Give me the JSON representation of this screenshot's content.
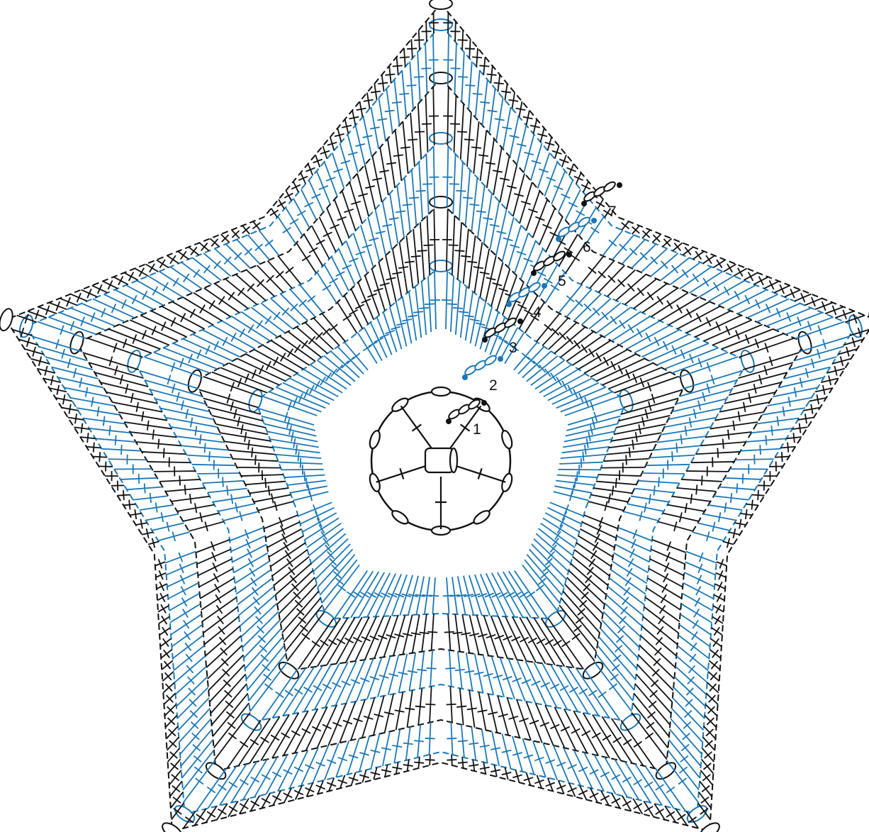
{
  "diagram": {
    "kind": "crochet-chart",
    "shape": "pentagon star",
    "stitch_symbols": [
      "magic-ring",
      "chain-oval",
      "double-crochet",
      "slip-stitch-dot"
    ],
    "colors": {
      "odd_rounds": "#111111",
      "even_rounds": "#1a78b8",
      "background": "#ffffff"
    },
    "round_labels": [
      "1",
      "2",
      "3",
      "4",
      "5",
      "6",
      "7"
    ]
  }
}
